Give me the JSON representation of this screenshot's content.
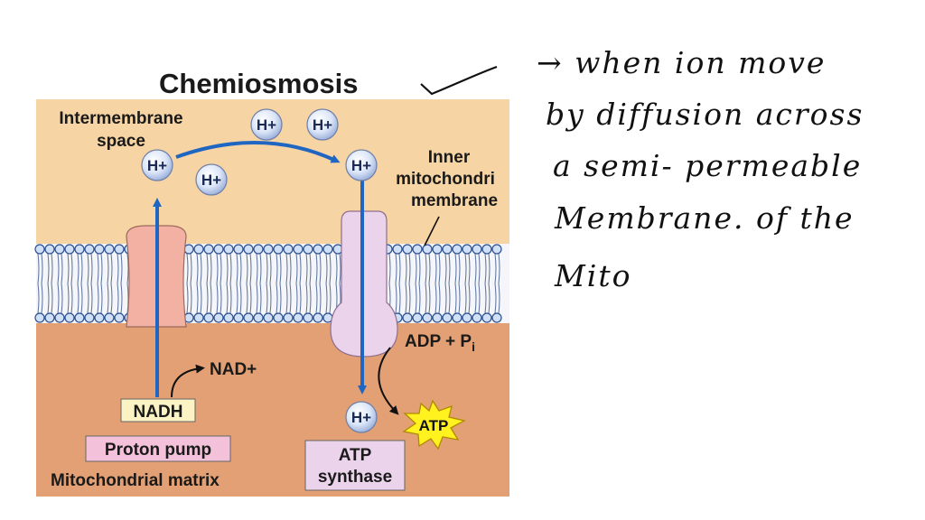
{
  "diagram": {
    "title": "Chemiosmosis",
    "labels": {
      "intermembrane_line1": "Intermembrane",
      "intermembrane_line2": "space",
      "inner_line1": "Inner",
      "inner_line2": "mitochondri",
      "inner_line3": "membrane",
      "nad": "NAD+",
      "nadh": "NADH",
      "proton_pump": "Proton pump",
      "matrix": "Mitochondrial matrix",
      "adp": "ADP + P",
      "adp_sub": "i",
      "atp": "ATP",
      "atp_synthase_line1": "ATP",
      "atp_synthase_line2": "synthase"
    },
    "proton_label": "H+",
    "colors": {
      "intermembrane": "#f7d4a3",
      "matrix": "#e2a074",
      "arrow": "#1f66c2",
      "proton_pump": "#f3b1a4",
      "atp_synthase": "#ecd3ec",
      "label_box": "#fbf3c4",
      "atp_burst": "#fff21f"
    }
  },
  "notes": {
    "line1": "→ when ion move",
    "line2": "by diffusion across",
    "line3": "a semi- permeable",
    "line4": "Membrane. of the",
    "line5": "Mito"
  }
}
